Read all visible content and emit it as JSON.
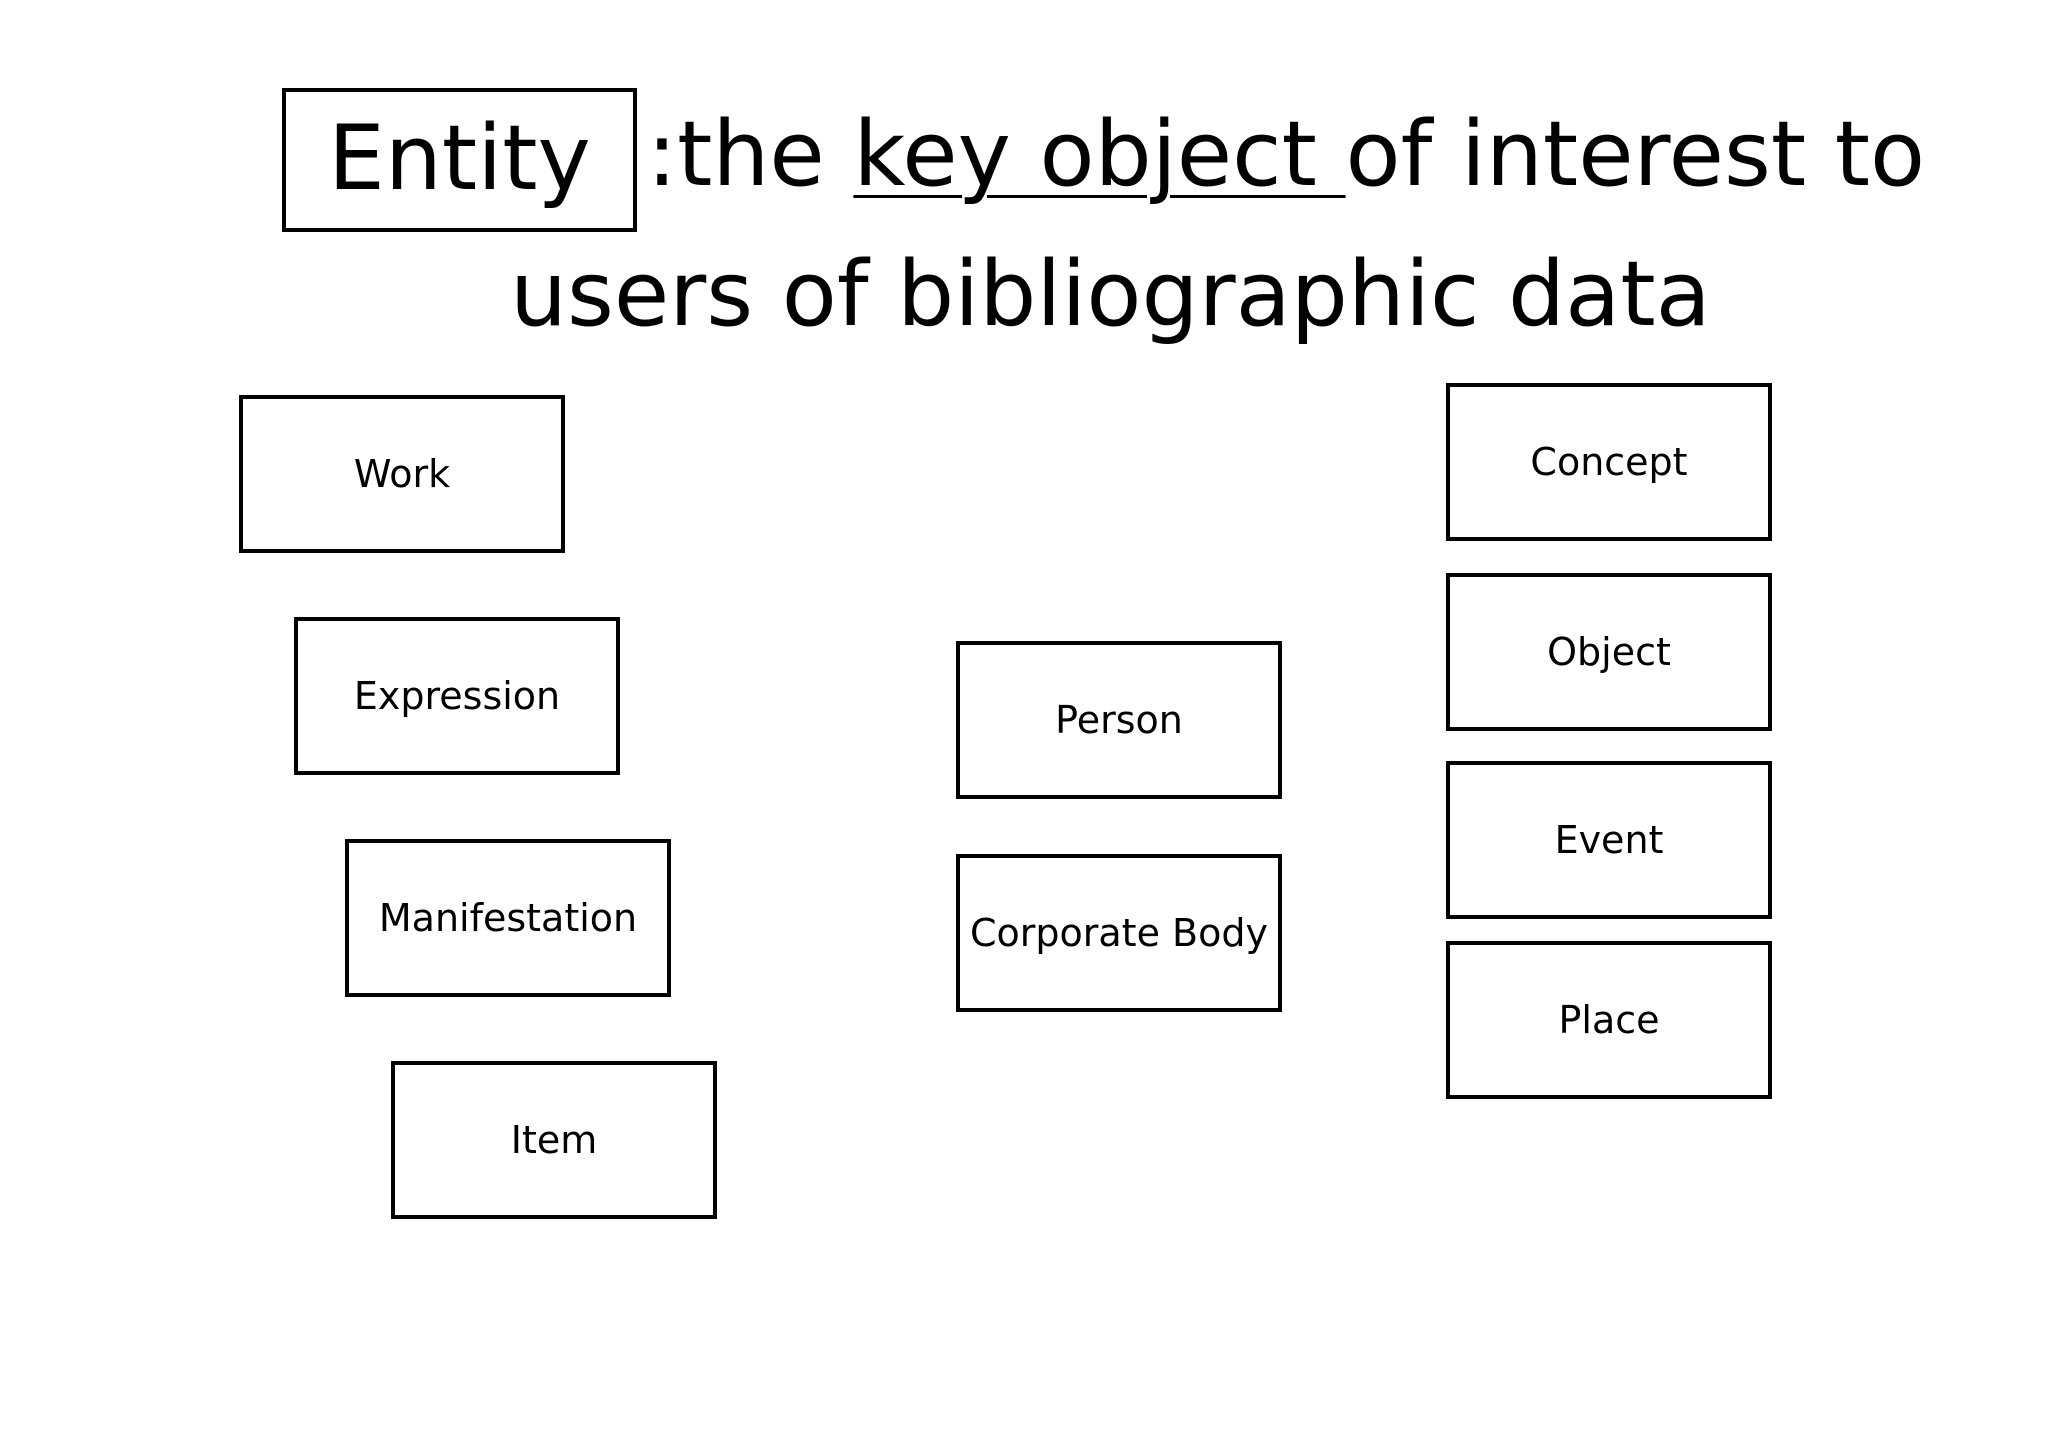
{
  "title": {
    "entity_label": "Entity",
    "line1_prefix": ":the ",
    "line1_underlined": "key object ",
    "line1_suffix": "of interest to",
    "line2": "users of bibliographic data"
  },
  "nodes": {
    "work": "Work",
    "expression": "Expression",
    "manifestation": "Manifestation",
    "item": "Item",
    "person": "Person",
    "corporate_body": "Corporate Body",
    "concept": "Concept",
    "object": "Object",
    "event": "Event",
    "place": "Place"
  }
}
